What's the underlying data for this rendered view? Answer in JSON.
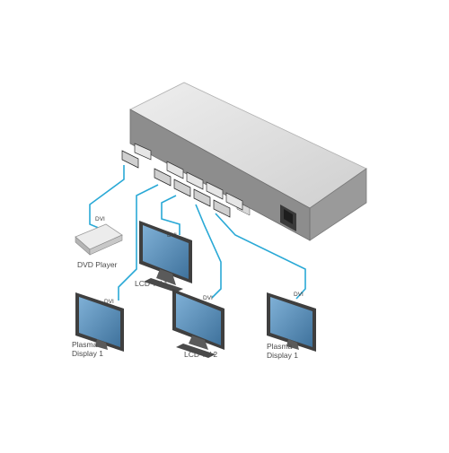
{
  "colors": {
    "cable": "#2aa9d6",
    "device_top": "#dcdcdc",
    "device_front": "#8d8d8d",
    "screen": "#5b8fb8",
    "bezel": "#4a4a4a"
  },
  "devices": {
    "dvd_player": {
      "name": "DVD Player",
      "port": "DVI"
    },
    "lcd_tv_1": {
      "name": "LCD TV 1",
      "port": "DVI"
    },
    "lcd_tv_2": {
      "name": "LCD TV 2",
      "port": "DVI"
    },
    "plasma_left": {
      "name_line1": "Plasma",
      "name_line2": "Display 1",
      "port": "DVI"
    },
    "plasma_right": {
      "name_line1": "Plasma",
      "name_line2": "Display 1",
      "port": "DVI"
    }
  },
  "icons": {
    "distributor": "dvi-distribution-amplifier-icon",
    "dvd": "dvd-player-icon",
    "tv": "lcd-tv-icon",
    "plasma": "plasma-display-icon",
    "connector": "dvi-connector-icon"
  }
}
